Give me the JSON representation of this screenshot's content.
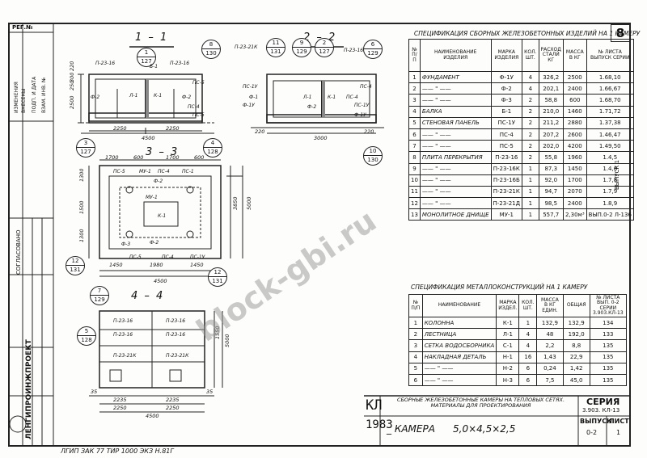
{
  "sheet_number": "8",
  "reg_no": "РЕГ.№",
  "left_stamp": {
    "org": "ЛЕНГИПРОИНЖПРОЕКТ",
    "approved": "СОГЛАСОВАНО",
    "vertical_notes": [
      "ИЗМЕНЕНИЯ",
      "ВНЕСЕНЫ",
      "ПОДП. И ДАТА",
      "ВЗАМ. ИНВ. №"
    ]
  },
  "bottom_note": "ЛГИП  ЗАК 77  ТИР 1000 ЭКЗ  Н.81Г",
  "watermark": "block-gbi.ru",
  "section_titles": {
    "s11": "1 – 1",
    "s22": "2 – 2",
    "s33": "3 – 3",
    "s44": "4 – 4"
  },
  "bubbles": [
    {
      "top": "1",
      "bottom": "127"
    },
    {
      "top": "8",
      "bottom": "130"
    },
    {
      "top": "3",
      "bottom": "127"
    },
    {
      "top": "4",
      "bottom": "128"
    },
    {
      "top": "11",
      "bottom": "131"
    },
    {
      "top": "9",
      "bottom": "129"
    },
    {
      "top": "2",
      "bottom": "127"
    },
    {
      "top": "6",
      "bottom": "129"
    },
    {
      "top": "10",
      "bottom": "130"
    },
    {
      "top": "12",
      "bottom": "131"
    },
    {
      "top": "7",
      "bottom": "129"
    },
    {
      "top": "12",
      "bottom": "131"
    },
    {
      "top": "5",
      "bottom": "128"
    }
  ],
  "drawing_labels": {
    "s11": [
      "П-23-16",
      "Б-1",
      "П-23-16",
      "Ф-2",
      "Л-1",
      "К-1",
      "Ф-2",
      "ПС-5",
      "ПС-4",
      "ПС-5"
    ],
    "s22": [
      "П-23-21К",
      "П-23-16",
      "ПС-4",
      "ПС-1У",
      "Ф-1",
      "Ф-1У",
      "Л-1",
      "Ф-2",
      "К-1",
      "ПС-4",
      "ПС-1У",
      "Ф-1У"
    ],
    "s33": [
      "ПС-5",
      "МУ-1",
      "ПС-4",
      "ПС-1",
      "Ф-2",
      "МУ-1",
      "К-1",
      "Ф-2",
      "Ф-3",
      "ПС-5",
      "ПС-4",
      "ПС-1У"
    ],
    "s44": [
      "П-23-16",
      "П-23-16",
      "П-23-16",
      "П-23-16",
      "П-23-21К",
      "П-23-21К"
    ]
  },
  "dims": {
    "s11_bottom": [
      "2250",
      "2250",
      "4500"
    ],
    "s11_left": [
      "2500",
      "220",
      "300",
      "250"
    ],
    "s22_bottom": [
      "220",
      "220",
      "3000"
    ],
    "s33": [
      "1700",
      "600",
      "1700",
      "600",
      "1450",
      "1980",
      "1450",
      "4500",
      "3850",
      "5000",
      "1300",
      "1500",
      "1300"
    ],
    "s44": [
      "2235",
      "2235",
      "2250",
      "2250",
      "4500",
      "5000",
      "1550",
      "35",
      "35"
    ]
  },
  "spec1": {
    "title": "СПЕЦИФИКАЦИЯ СБОРНЫХ ЖЕЛЕЗОБЕТОННЫХ ИЗДЕЛИЙ НА 1 КАМЕРУ",
    "headers": [
      "№ П/П",
      "НАИМЕНОВАНИЕ ИЗДЕЛИЯ",
      "МАРКА ИЗДЕЛИЯ",
      "КОЛ. ШТ.",
      "РАСХОД СТАЛИ КГ",
      "МАССА В КГ",
      "№ ЛИСТА ВЫПУСК СЕРИИ"
    ],
    "rows": [
      [
        "1",
        "ФУНДАМЕНТ",
        "Ф-1У",
        "4",
        "326,2",
        "2500",
        "1.68,10"
      ],
      [
        "2",
        "—— \" ——",
        "Ф-2",
        "4",
        "202,1",
        "2400",
        "1.66,67"
      ],
      [
        "3",
        "—— \" ——",
        "Ф-3",
        "2",
        "58,8",
        "600",
        "1.68,70"
      ],
      [
        "4",
        "БАЛКА",
        "Б-1",
        "2",
        "210,0",
        "1460",
        "1.71,72"
      ],
      [
        "5",
        "СТЕНОВАЯ ПАНЕЛЬ",
        "ПС-1У",
        "2",
        "211,2",
        "2880",
        "1.37,38"
      ],
      [
        "6",
        "—— \" ——",
        "ПС-4",
        "2",
        "207,2",
        "2600",
        "1.46,47"
      ],
      [
        "7",
        "—— \" ——",
        "ПС-5",
        "2",
        "202,0",
        "4200",
        "1.49,50"
      ],
      [
        "8",
        "ПЛИТА ПЕРЕКРЫТИЯ",
        "П-23-16",
        "2",
        "55,8",
        "1960",
        "1.4,5"
      ],
      [
        "9",
        "—— \" ——",
        "П-23-16К",
        "1",
        "87,3",
        "1450",
        "1.4,6"
      ],
      [
        "10",
        "—— \" ——",
        "П-23-16Б",
        "1",
        "92,0",
        "1700",
        "1.7,8"
      ],
      [
        "11",
        "—— \" ——",
        "П-23-21К",
        "1",
        "94,7",
        "2070",
        "1.7,9"
      ],
      [
        "12",
        "—— \" ——",
        "П-23-21Д",
        "1",
        "98,5",
        "2400",
        "1.8,9"
      ],
      [
        "13",
        "МОНОЛИТНОЕ ДНИЩЕ",
        "МУ-1",
        "1",
        "557,7",
        "2,30м³",
        "ВЫП.0-2 Л-136"
      ]
    ],
    "side_label": "ВЫПУСК 1"
  },
  "spec2": {
    "title": "СПЕЦИФИКАЦИЯ МЕТАЛЛОКОНСТРУКЦИЙ НА 1 КАМЕРУ",
    "headers": [
      "№ П/П",
      "НАИМЕНОВАНИЕ",
      "МАРКА ИЗДЕЛ.",
      "КОЛ. ШТ.",
      "МАССА В КГ ЕДИН.",
      "ОБЩАЯ",
      "№ ЛИСТА ВЫП. 0-2 СЕРИИ 3.903.КЛ-13"
    ],
    "rows": [
      [
        "1",
        "КОЛОННА",
        "К-1",
        "1",
        "132,9",
        "132,9",
        "134"
      ],
      [
        "2",
        "ЛЕСТНИЦА",
        "Л-1",
        "4",
        "48",
        "192,0",
        "133"
      ],
      [
        "3",
        "СЕТКА ВОДОСБОРНИКА",
        "С-1",
        "4",
        "2,2",
        "8,8",
        "135"
      ],
      [
        "4",
        "НАКЛАДНАЯ ДЕТАЛЬ",
        "Н-1",
        "16",
        "1,43",
        "22,9",
        "135"
      ],
      [
        "5",
        "—— \" ——",
        "Н-2",
        "6",
        "0,24",
        "1,42",
        "135"
      ],
      [
        "6",
        "—— \" ——",
        "Н-3",
        "6",
        "7,5",
        "45,0",
        "135"
      ]
    ]
  },
  "title_block": {
    "kl": "КЛ",
    "year": "1983",
    "description": "СБОРНЫЕ ЖЕЛЕЗОБЕТОННЫЕ КАМЕРЫ НА ТЕПЛОВЫХ СЕТЯХ. МАТЕРИАЛЫ ДЛЯ ПРОЕКТИРОВАНИЯ",
    "name_prefix": "_ КАМЕРА",
    "name_size": "5,0×4,5×2,5",
    "series_label": "СЕРИЯ",
    "series_value": "3.903. КЛ-13",
    "issue_label": "ВЫПУСК",
    "issue_value": "0-2",
    "sheet_label": "ЛИСТ",
    "sheet_value": "1"
  }
}
